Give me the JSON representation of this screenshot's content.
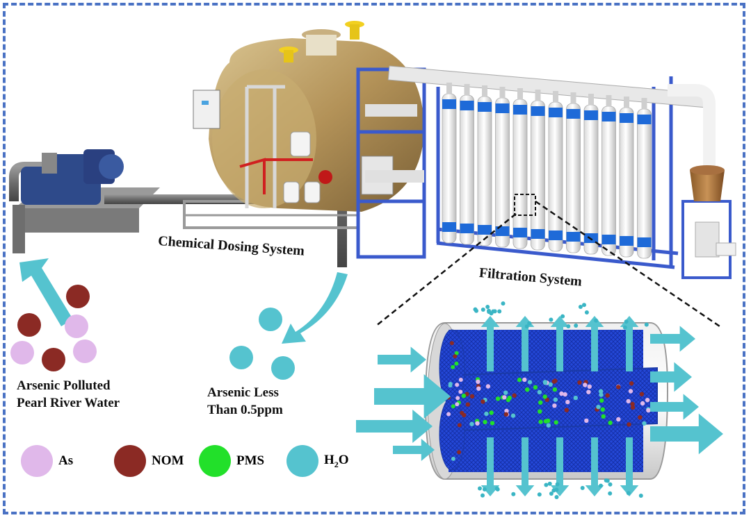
{
  "labels": {
    "chemical_dosing": "Chemical Dosing System",
    "filtration": "Filtration System",
    "arsenic_polluted_line1": "Arsenic Polluted",
    "arsenic_polluted_line2": "Pearl River Water",
    "arsenic_less_line1": "Arsenic Less",
    "arsenic_less_line2": "Than 0.5ppm"
  },
  "legend": [
    {
      "id": "as",
      "label": "As",
      "color": "#e0b8ea"
    },
    {
      "id": "nom",
      "label": "NOM",
      "color": "#8b2a24"
    },
    {
      "id": "pms",
      "label": "PMS",
      "color": "#22e02a"
    },
    {
      "id": "h2o",
      "label": "H",
      "sub": "2",
      "suffix": "O",
      "color": "#55c3cf"
    }
  ],
  "colors": {
    "frame": "#4a72c4",
    "arrow": "#55c3cf",
    "membrane_blue": "#2a4fd8",
    "tank": "#b89a60",
    "frame_steel": "#3a5acc"
  }
}
